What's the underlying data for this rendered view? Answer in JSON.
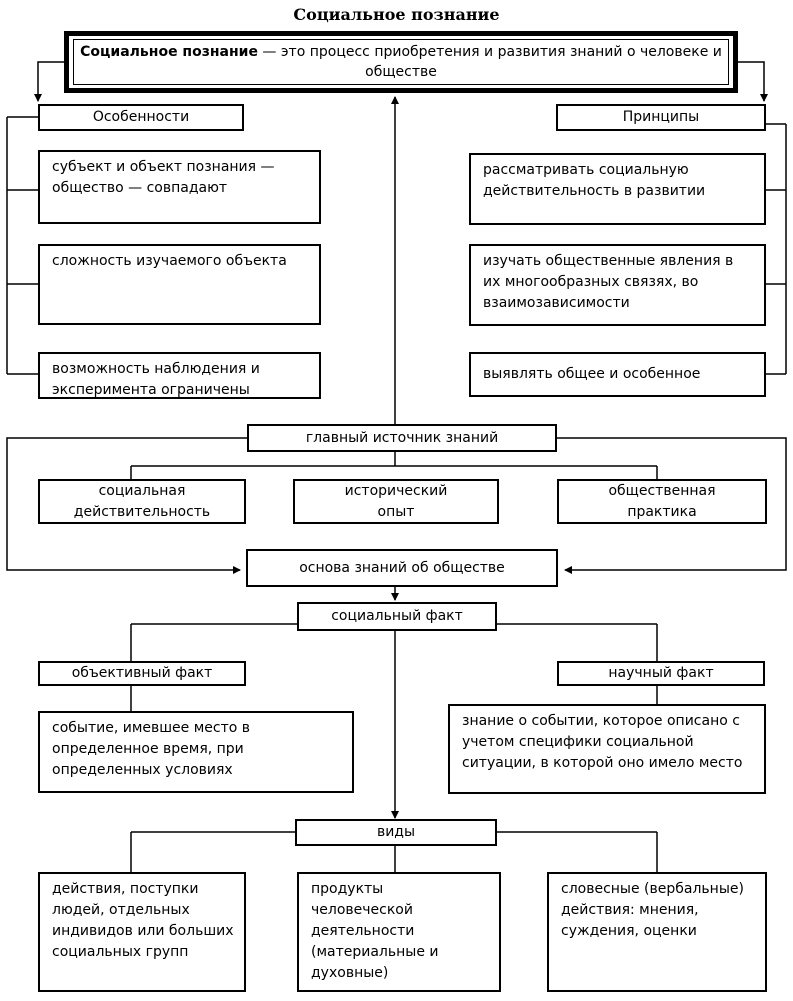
{
  "title": "Социальное познание",
  "definition": {
    "term": "Социальное познание",
    "text": " — это процесс приобретения и развития знаний о человеке и обществе"
  },
  "features": {
    "header": "Особенности",
    "items": [
      "субъект и объект познания — общество — совпадают",
      "сложность изучаемого объекта",
      "возможность наблюдения и эксперимента ограничены"
    ]
  },
  "principles": {
    "header": "Принципы",
    "items": [
      "рассматривать социальную действительность в развитии",
      "изучать общественные явления в их многообразных связях, во взаимозависимости",
      "выявлять общее и особенное"
    ]
  },
  "main_source": {
    "label": "главный источник знаний",
    "items": [
      "социальная действительность",
      "исторический опыт",
      "общественная практика"
    ]
  },
  "basis": "основа знаний об обществе",
  "social_fact": {
    "label": "социальный факт",
    "objective": {
      "label": "объективный факт",
      "desc": "событие, имевшее место в определенное время, при определенных условиях"
    },
    "scientific": {
      "label": "научный факт",
      "desc": "знание о событии, которое описано с учетом специфики социальной ситуации, в которой оно имело место"
    }
  },
  "types": {
    "label": "виды",
    "items": [
      "действия, поступки людей, отдельных индивидов или больших социальных групп",
      "продукты человеческой деятельности (материальные и духовные)",
      "словесные (вербальные) действия: мнения, суждения, оценки"
    ]
  }
}
